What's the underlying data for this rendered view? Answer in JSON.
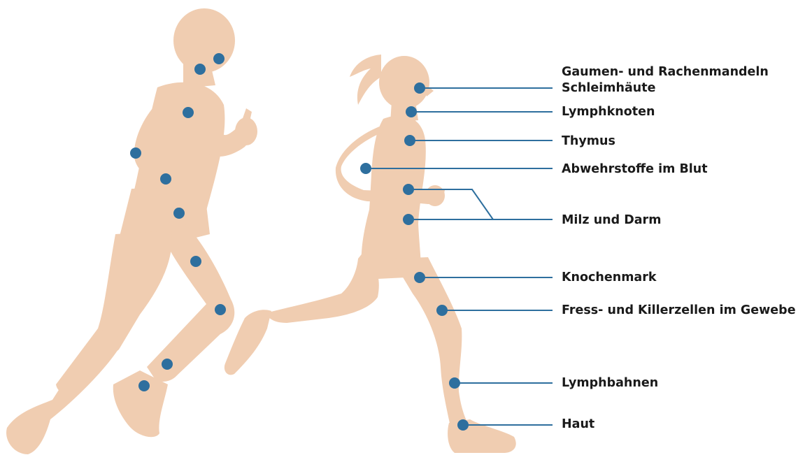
{
  "colors": {
    "silhouette": "#f0cdb1",
    "dot": "#2e6f9e",
    "leader_line": "#2e6f9e",
    "label_text": "#1a1a1a"
  },
  "labels": {
    "tonsils": "Gaumen- und Rachenmandeln",
    "mucosa": "Schleimhäute",
    "lymph_nodes": "Lymphknoten",
    "thymus": "Thymus",
    "antibodies": "Abwehrstoffe im Blut",
    "spleen_gut": "Milz und Darm",
    "bone_marrow": "Knochenmark",
    "killer_cells": "Fress- und Killerzellen im Gewebe",
    "lymph_vessels": "Lymphbahnen",
    "skin": "Haut"
  }
}
